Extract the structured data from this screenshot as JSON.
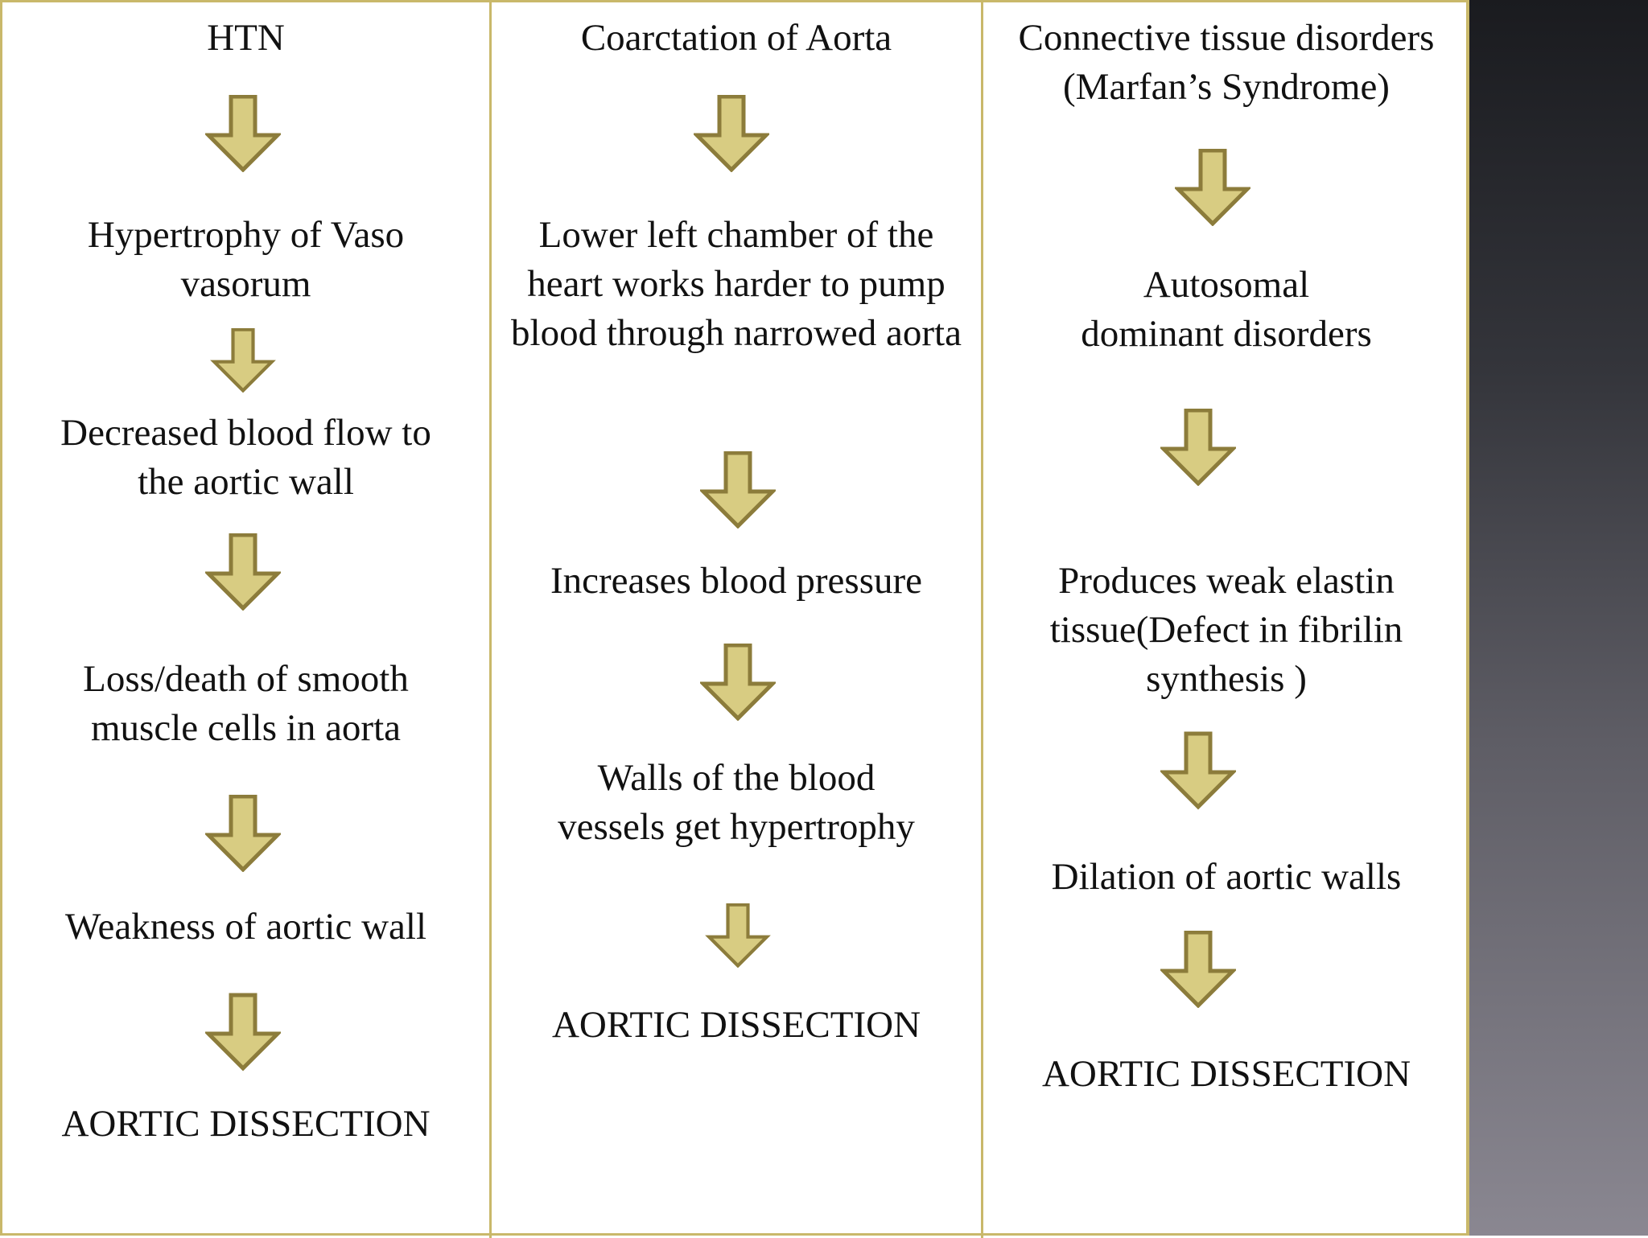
{
  "columns": [
    {
      "heading": "HTN",
      "steps": [
        "Hypertrophy of Vaso vasorum",
        "Decreased blood flow to the aortic wall",
        "Loss/death of smooth muscle cells in aorta",
        "Weakness of aortic wall",
        "AORTIC DISSECTION"
      ]
    },
    {
      "heading": "Coarctation of Aorta",
      "steps": [
        "Lower left chamber of the heart works harder to pump blood through narrowed aorta",
        "Increases blood pressure",
        "Walls of the blood vessels get hypertrophy",
        "AORTIC DISSECTION"
      ]
    },
    {
      "heading": "Connective tissue disorders (Marfan’s Syndrome)",
      "steps": [
        "Autosomal dominant disorders",
        "Produces weak elastin tissue(Defect in fibrilin synthesis )",
        "Dilation of aortic walls",
        "AORTIC DISSECTION"
      ]
    }
  ],
  "colors": {
    "border": "#c9b86a",
    "arrow_fill": "#d8cc82",
    "arrow_stroke": "#8c7c3b",
    "background_dark": "#1a1b1f"
  },
  "icons": {
    "arrow": "arrow-down-icon"
  }
}
